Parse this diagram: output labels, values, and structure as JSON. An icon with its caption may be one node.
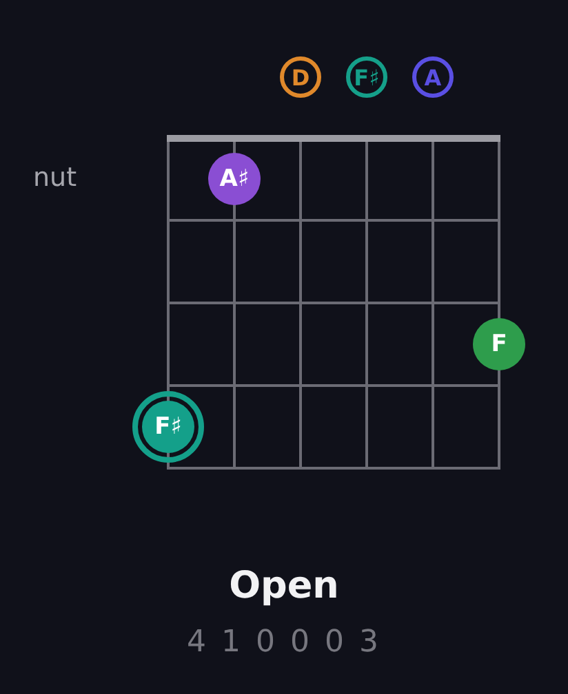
{
  "diagram": {
    "title": "Open",
    "caption": "4 1 0 0 0 3",
    "nodes": [
      {
        "text": [
          "D"
        ]
      },
      {
        "text": [
          "F♯"
        ]
      },
      {
        "text": [
          "A"
        ]
      },
      {
        "text": [
          "A♯"
        ]
      },
      {
        "text": [
          "F"
        ]
      },
      {
        "text": [
          "F♯"
        ]
      }
    ],
    "labels": [
      "nut"
    ]
  }
}
